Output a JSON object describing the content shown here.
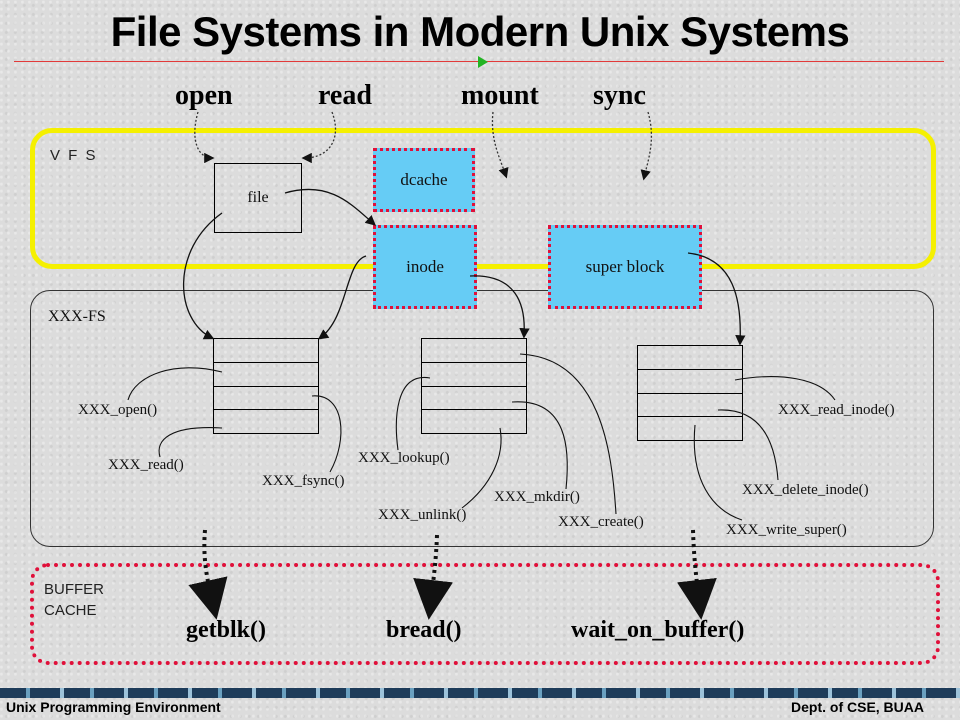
{
  "title": "File Systems in Modern Unix Systems",
  "operations": [
    "open",
    "read",
    "mount",
    "sync"
  ],
  "vfs": {
    "label": "V F S",
    "file_label": "file",
    "dcache_label": "dcache",
    "inode_label": "inode",
    "superblock_label": "super block"
  },
  "xxxfs": {
    "label": "XXX-FS",
    "functions": {
      "open": "XXX_open()",
      "read": "XXX_read()",
      "fsync": "XXX_fsync()",
      "lookup": "XXX_lookup()",
      "unlink": "XXX_unlink()",
      "mkdir": "XXX_mkdir()",
      "create": "XXX_create()",
      "read_inode": "XXX_read_inode()",
      "delete_inode": "XXX_delete_inode()",
      "write_super": "XXX_write_super()"
    }
  },
  "buffer_cache": {
    "label_line1": "BUFFER",
    "label_line2": "CACHE",
    "functions": [
      "getblk()",
      "bread()",
      "wait_on_buffer()"
    ]
  },
  "footer": {
    "left": "Unix Programming Environment",
    "right": "Dept. of CSE, BUAA"
  },
  "colors": {
    "vfs_border": "#f5f000",
    "cyan_fill": "#66ccf5",
    "dotted_red": "#e0103a",
    "title_rule": "#e23a3a"
  }
}
